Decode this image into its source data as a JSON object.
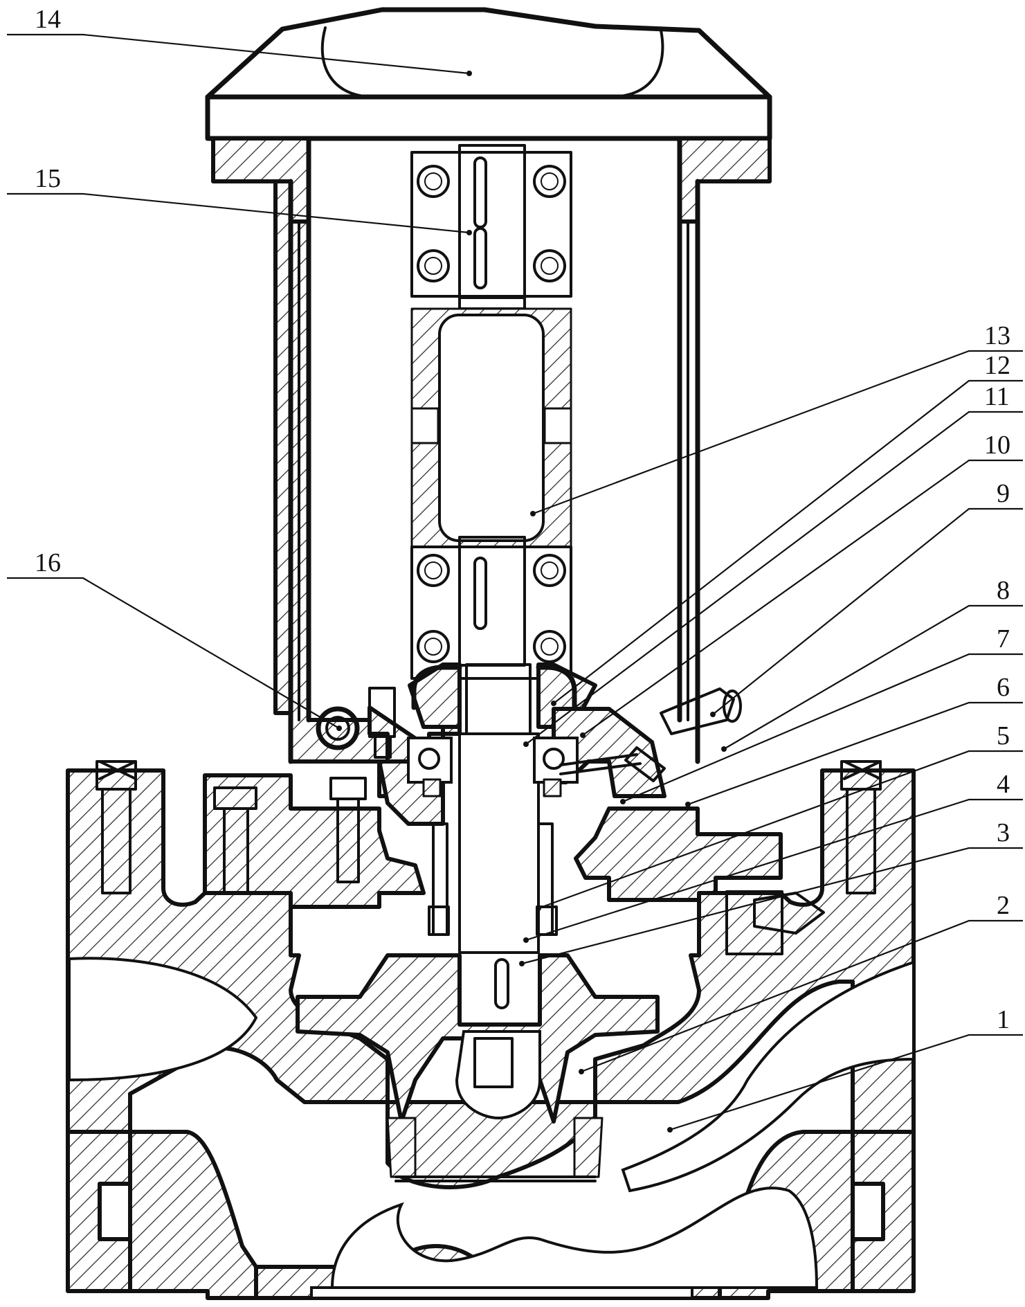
{
  "figure": {
    "labels": [
      {
        "id": "p1",
        "text": "1"
      },
      {
        "id": "p2",
        "text": "2"
      },
      {
        "id": "p3",
        "text": "3"
      },
      {
        "id": "p4",
        "text": "4"
      },
      {
        "id": "p5",
        "text": "5"
      },
      {
        "id": "p6",
        "text": "6"
      },
      {
        "id": "p7",
        "text": "7"
      },
      {
        "id": "p8",
        "text": "8"
      },
      {
        "id": "p9",
        "text": "9"
      },
      {
        "id": "p10",
        "text": "10"
      },
      {
        "id": "p11",
        "text": "11"
      },
      {
        "id": "p12",
        "text": "12"
      },
      {
        "id": "p13",
        "text": "13"
      },
      {
        "id": "p14",
        "text": "14"
      },
      {
        "id": "p15",
        "text": "15"
      },
      {
        "id": "p16",
        "text": "16"
      }
    ]
  }
}
